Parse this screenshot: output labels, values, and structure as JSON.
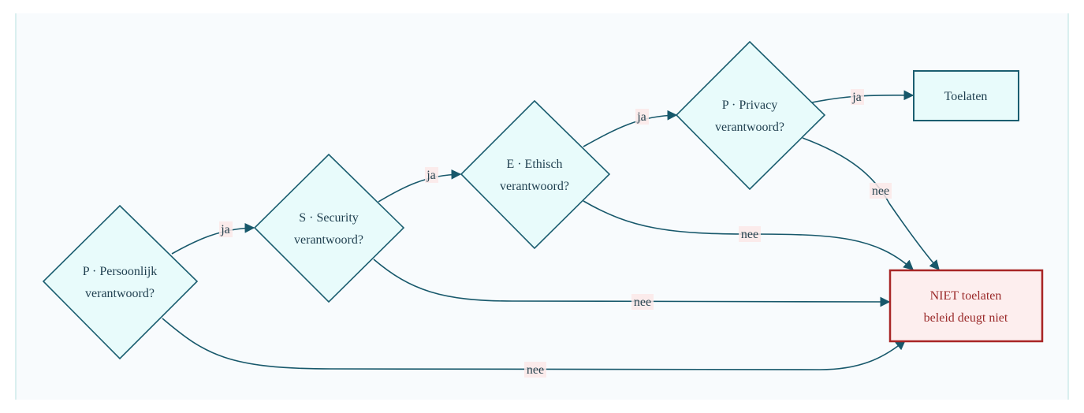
{
  "nodes": {
    "persoonlijk": {
      "line1": "P · Persoonlijk",
      "line2": "verantwoord?"
    },
    "security": {
      "line1": "S · Security",
      "line2": "verantwoord?"
    },
    "ethisch": {
      "line1": "E · Ethisch",
      "line2": "verantwoord?"
    },
    "privacy": {
      "line1": "P · Privacy",
      "line2": "verantwoord?"
    },
    "toelaten": {
      "label": "Toelaten"
    },
    "niet_toelaten": {
      "line1": "NIET toelaten",
      "line2": "beleid deugt niet"
    }
  },
  "edges": {
    "p_to_s": "ja",
    "s_to_e": "ja",
    "e_to_p": "ja",
    "p_to_toelaten": "ja",
    "privacy_nee": "nee",
    "ethisch_nee": "nee",
    "security_nee": "nee",
    "persoonlijk_nee": "nee"
  },
  "colors": {
    "edge": "#17586b",
    "decision_fill": "#e8fbfb",
    "decision_stroke": "#1b5e70",
    "accept_fill": "#e8fbfb",
    "accept_stroke": "#1b5e70",
    "reject_fill": "#fdeeee",
    "reject_stroke": "#a82525",
    "reject_text": "#9b2a2a"
  }
}
